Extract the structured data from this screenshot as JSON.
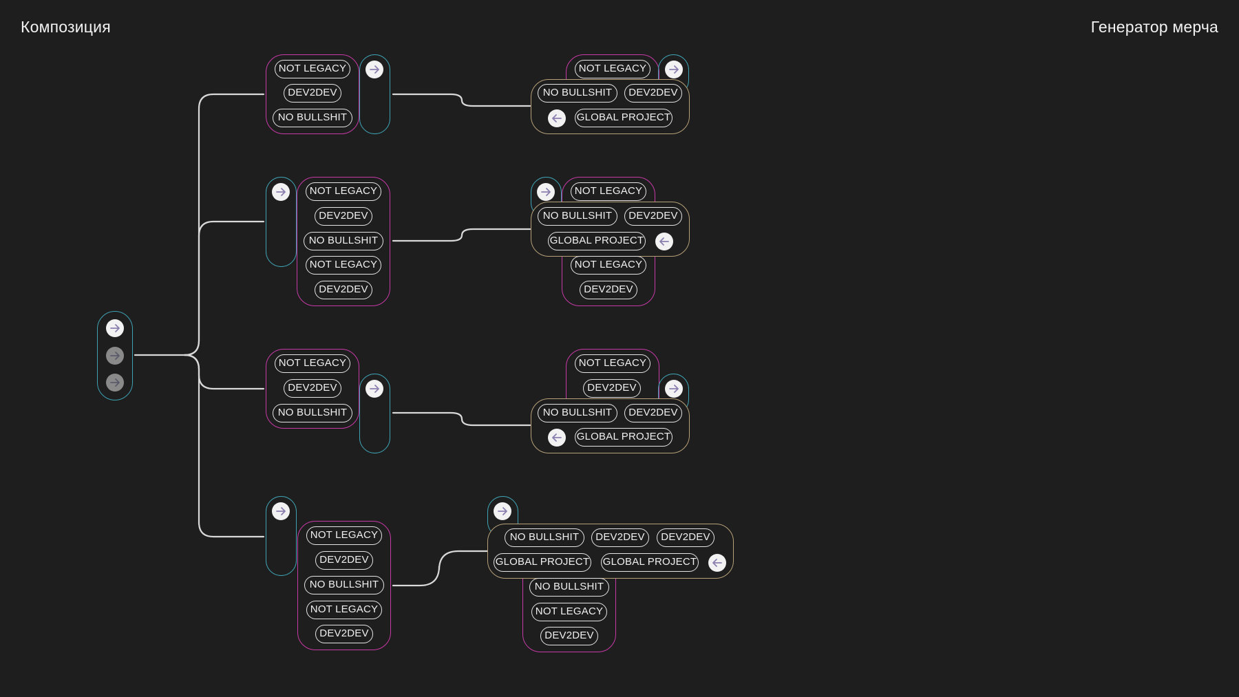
{
  "header": {
    "left_title": "Композиция",
    "right_title": "Генератор мерча"
  },
  "labels": {
    "not_legacy": "NOT LEGACY",
    "dev2dev": "DEV2DEV",
    "no_bullshit": "NO BULLSHIT",
    "global_project": "GLOBAL PROJECT"
  },
  "colors": {
    "background": "#1e1e1e",
    "magenta_frame": "#c83aa8",
    "cyan_frame": "#3fa3b4",
    "gold_frame": "#b8a27a",
    "connector": "#d9d9d9"
  },
  "icons": {
    "arrow_right": "arrow-right-icon",
    "arrow_left": "arrow-left-icon"
  },
  "diagram": {
    "source_arrows": 3,
    "rows": [
      {
        "left_tags": [
          "NOT LEGACY",
          "DEV2DEV",
          "NO BULLSHIT"
        ],
        "right_tags": [
          "NOT LEGACY",
          "NO BULLSHIT",
          "DEV2DEV",
          "GLOBAL PROJECT"
        ]
      },
      {
        "left_tags": [
          "NOT LEGACY",
          "DEV2DEV",
          "NO BULLSHIT",
          "NOT LEGACY",
          "DEV2DEV"
        ],
        "right_tags": [
          "NOT LEGACY",
          "NO BULLSHIT",
          "DEV2DEV",
          "GLOBAL PROJECT",
          "NOT LEGACY",
          "DEV2DEV"
        ]
      },
      {
        "left_tags": [
          "NOT LEGACY",
          "DEV2DEV",
          "NO BULLSHIT"
        ],
        "right_tags": [
          "NOT LEGACY",
          "DEV2DEV",
          "NO BULLSHIT",
          "DEV2DEV",
          "GLOBAL PROJECT"
        ]
      },
      {
        "left_tags": [
          "NOT LEGACY",
          "DEV2DEV",
          "NO BULLSHIT",
          "NOT LEGACY",
          "DEV2DEV"
        ],
        "right_tags": [
          "NO BULLSHIT",
          "DEV2DEV",
          "DEV2DEV",
          "GLOBAL PROJECT",
          "GLOBAL PROJECT",
          "NO BULLSHIT",
          "NOT LEGACY",
          "DEV2DEV"
        ]
      }
    ]
  }
}
